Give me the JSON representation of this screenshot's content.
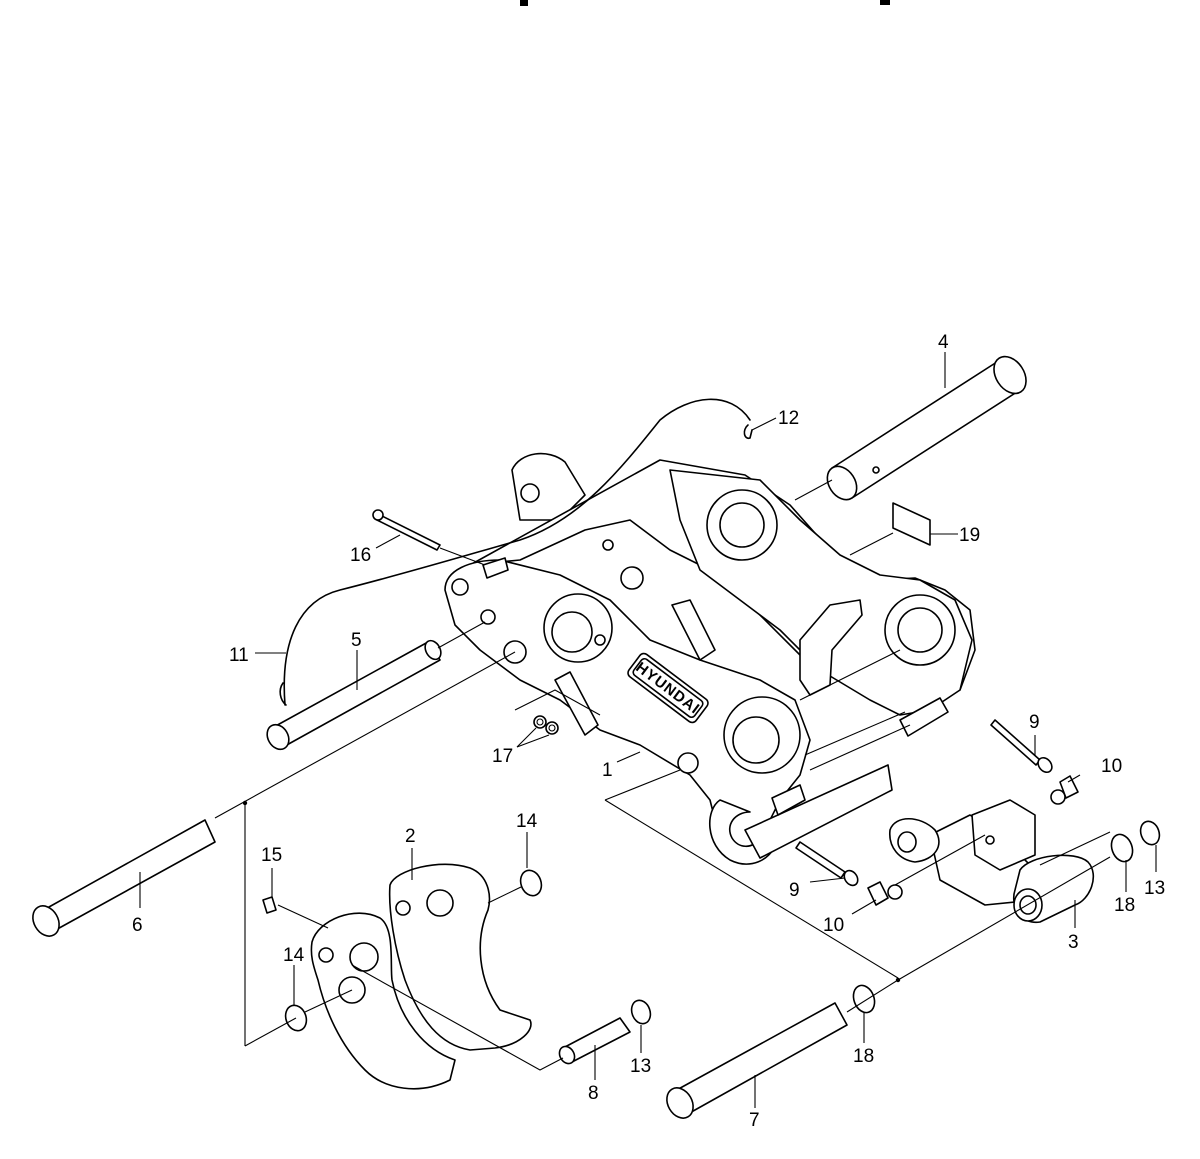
{
  "brand_plate": "HYUNDAI",
  "part_numbers": {
    "p1": "1",
    "p2": "2",
    "p3": "3",
    "p4": "4",
    "p5": "5",
    "p6": "6",
    "p7": "7",
    "p8": "8",
    "p9a": "9",
    "p9b": "9",
    "p10a": "10",
    "p10b": "10",
    "p11": "11",
    "p12": "12",
    "p13a": "13",
    "p13b": "13",
    "p14a": "14",
    "p14b": "14",
    "p15": "15",
    "p16": "16",
    "p17": "17",
    "p18a": "18",
    "p18b": "18",
    "p19": "19"
  }
}
